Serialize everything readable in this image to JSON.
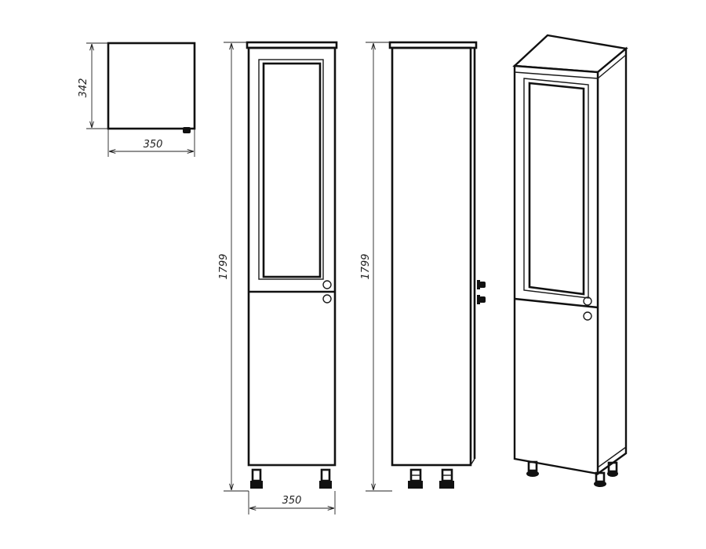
{
  "dimensions": {
    "top_view_depth": "342",
    "top_view_width": "350",
    "front_height": "1799",
    "front_width": "350",
    "side_height": "1799"
  }
}
